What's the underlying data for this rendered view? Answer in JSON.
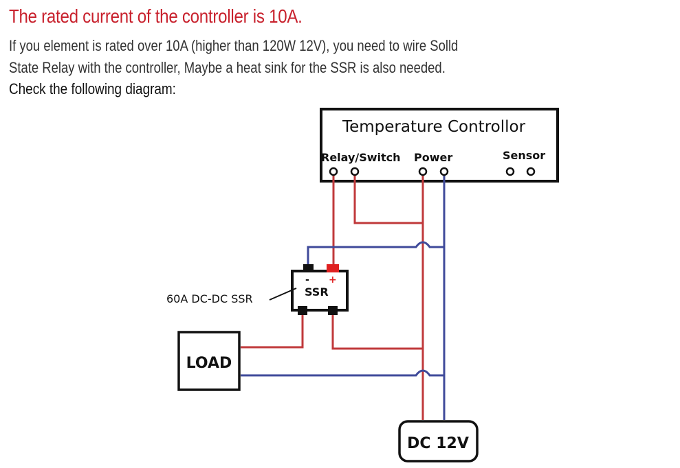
{
  "heading": "The rated current of the controller is 10A.",
  "paragraph": {
    "line1": "If you element is rated over 10A (higher than 120W 12V), you need to wire Solld",
    "line2": "State Relay with the controller, Maybe a heat sink for the SSR is also needed.",
    "line3": "Check the following diagram:"
  },
  "diagram": {
    "controller_title": "Temperature Controllor",
    "terminal_relay": "Relay/Switch",
    "terminal_power": "Power",
    "terminal_sensor": "Sensor",
    "ssr_label": "SSR",
    "ssr_minus": "-",
    "ssr_plus": "+",
    "ssr_callout": "60A DC-DC SSR",
    "load_label": "LOAD",
    "supply_label": "DC 12V",
    "colors": {
      "positive_wire": "#c0393b",
      "negative_wire": "#3f4a9a",
      "heading": "#c8202c"
    }
  }
}
